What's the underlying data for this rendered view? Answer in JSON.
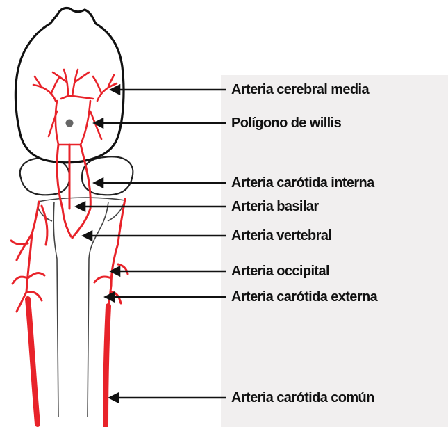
{
  "colors": {
    "artery": "#e8232a",
    "outline": "#111111",
    "spinal": "#444444",
    "panel": "#f1efef"
  },
  "labels": [
    {
      "id": "media",
      "text": "Arteria cerebral media"
    },
    {
      "id": "willis",
      "text": "Polígono de willis"
    },
    {
      "id": "interna",
      "text": "Arteria carótida interna"
    },
    {
      "id": "basilar",
      "text": "Arteria basilar"
    },
    {
      "id": "vertebral",
      "text": "Arteria vertebral"
    },
    {
      "id": "occipital",
      "text": "Arteria occipital"
    },
    {
      "id": "externa",
      "text": "Arteria carótida externa"
    },
    {
      "id": "comun",
      "text": "Arteria carótida común"
    }
  ]
}
